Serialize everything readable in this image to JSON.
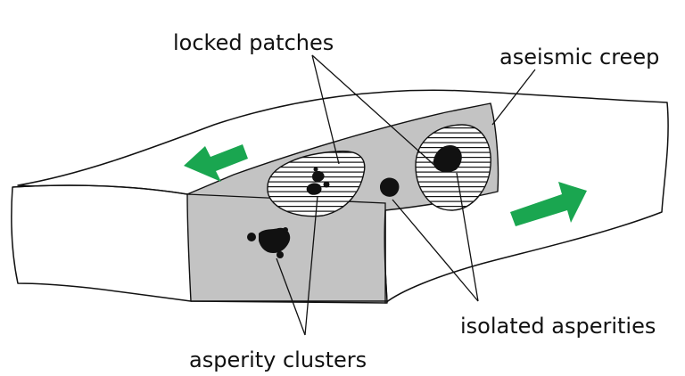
{
  "labels": {
    "locked_patches": "locked patches",
    "aseismic_creep": "aseismic creep",
    "isolated_asperities": "isolated asperities",
    "asperity_clusters": "asperity clusters"
  },
  "colors": {
    "fault_plane": "#c3c3c3",
    "arrow": "#1aa650",
    "asperity": "#111111"
  },
  "icons": {
    "left_arrow": "arrow-left-icon",
    "right_arrow": "arrow-right-icon"
  }
}
